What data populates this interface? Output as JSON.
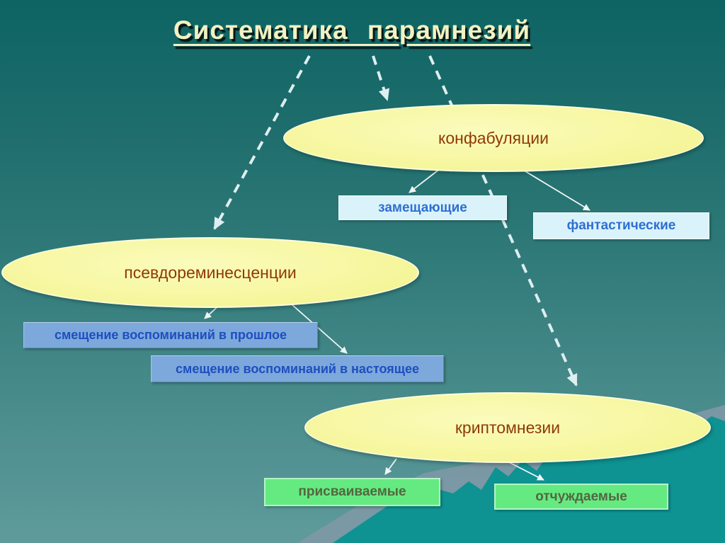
{
  "title": "Систематика парамнезий",
  "diagram": {
    "ellipses": [
      {
        "id": "confabulations",
        "label": "конфабуляции"
      },
      {
        "id": "pseudoreminiscences",
        "label": "псевдореминесценции"
      },
      {
        "id": "cryptomnesias",
        "label": "криптомнезии"
      }
    ],
    "boxes": [
      {
        "id": "substituting",
        "label": "замещающие",
        "style": "cyan"
      },
      {
        "id": "fantastic",
        "label": "фантастические",
        "style": "cyan"
      },
      {
        "id": "shift-past",
        "label": "смещение воспоминаний в прошлое",
        "style": "blue"
      },
      {
        "id": "shift-present",
        "label": "смещение воспоминаний в настоящее",
        "style": "blue"
      },
      {
        "id": "appropriated",
        "label": "присваиваемые",
        "style": "green"
      },
      {
        "id": "alienated",
        "label": "отчуждаемые",
        "style": "green"
      }
    ]
  },
  "colors": {
    "background_top": "#0d6463",
    "background_bottom": "#5f9b9b",
    "mountain_gray": "#7e98a6",
    "mountain_teal": "#0e9292",
    "ellipse_fill": "#f7f7a2",
    "ellipse_text": "#8e3a06",
    "cyan_box_bg": "#daf3fa",
    "cyan_box_text": "#2e6fd2",
    "blue_box_bg": "#7da8db",
    "blue_box_text": "#1d4fc0",
    "green_box_bg": "#65ea82",
    "green_box_text": "#53663f",
    "title_text": "#f2f2c2",
    "arrow": "#eef6f6"
  }
}
